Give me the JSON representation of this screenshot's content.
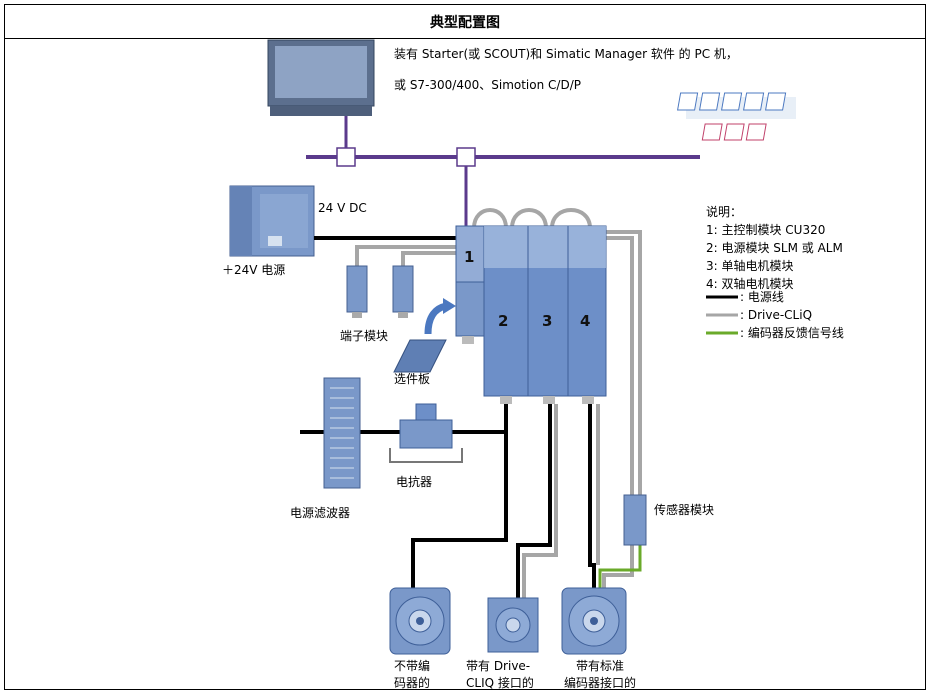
{
  "title": "典型配置图",
  "pc_caption_line1": "装有 Starter(或 SCOUT)和 Simatic Manager 软件 的 PC 机，",
  "pc_caption_line2": "或 S7-300/400、Simotion C/D/P",
  "logo": {
    "top": "PROFI",
    "bottom": "BUS"
  },
  "power_supply": {
    "voltage_label": "24 V DC",
    "name": "＋24V 电源"
  },
  "terminal_module": "端子模块",
  "option_board": "选件板",
  "line_filter": "电源滤波器",
  "reactor": "电抗器",
  "sensor_module": "传感器模块",
  "module_numbers": [
    "1",
    "2",
    "3",
    "4"
  ],
  "legend": {
    "title": "说明：",
    "items": [
      "1: 主控制模块 CU320",
      "2: 电源模块 SLM 或 ALM",
      "3: 单轴电机模块",
      "4: 双轴电机模块"
    ],
    "lines": [
      {
        "label": ": 电源线",
        "color": "#000000"
      },
      {
        "label": ": Drive-CLiQ",
        "color": "#a6a6a6"
      },
      {
        "label": ": 编码器反馈信号线",
        "color": "#6aaa2a"
      }
    ]
  },
  "motors": [
    {
      "line1": "不带编",
      "line2": "码器的"
    },
    {
      "line1": "带有 Drive-",
      "line2": "CLIQ 接口的"
    },
    {
      "line1": "带有标准",
      "line2": "编码器接口的"
    }
  ],
  "colors": {
    "profibus": "#5b3a8c",
    "module": "#6d8fc8",
    "module_dark": "#3e5f98"
  }
}
